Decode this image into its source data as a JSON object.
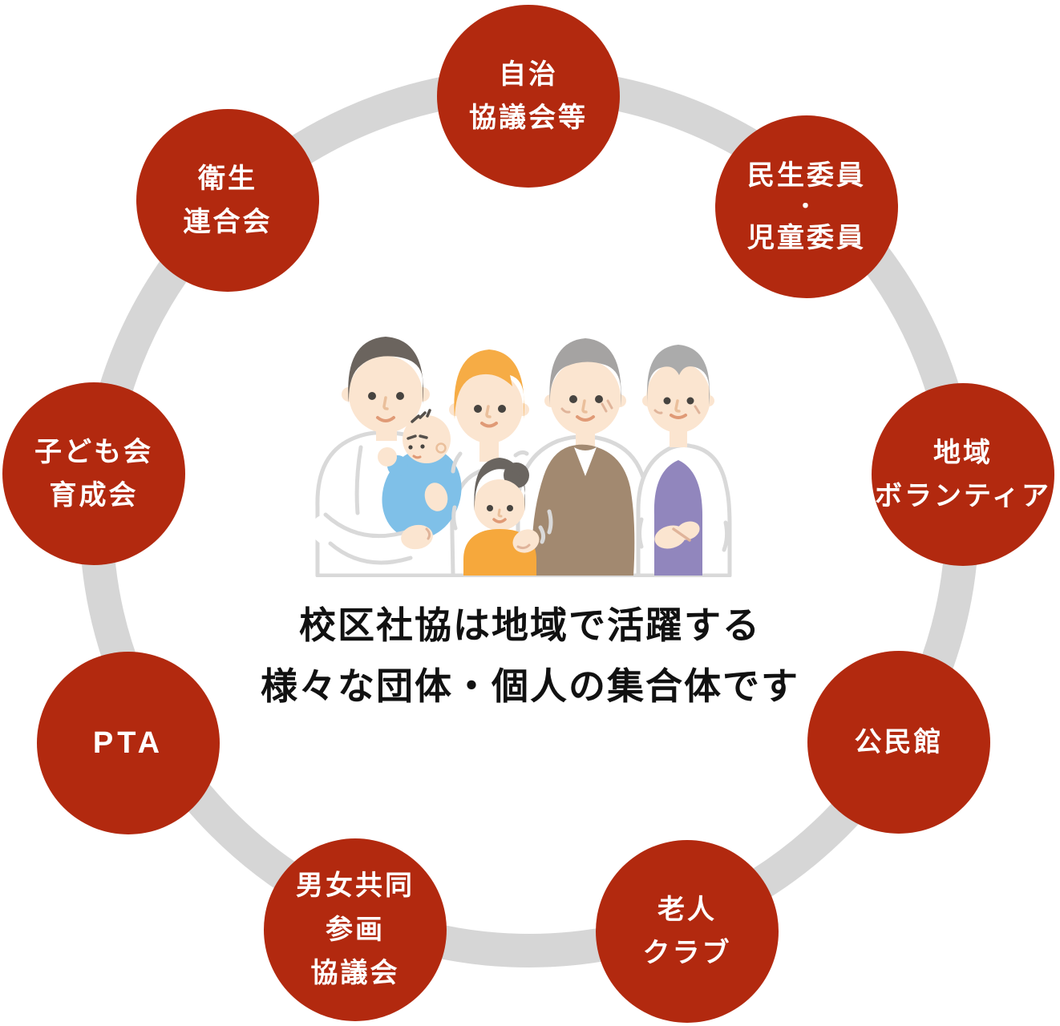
{
  "diagram": {
    "caption": {
      "line1": "校区社協は地域で活躍する",
      "line2": "様々な団体・個人の集合体です"
    },
    "nodes": [
      {
        "label": "自治協議会等",
        "lines": [
          "自治",
          "協議会等"
        ]
      },
      {
        "label": "民生委員・児童委員",
        "lines": [
          "民生委員",
          "・",
          "児童委員"
        ]
      },
      {
        "label": "地域ボランティア",
        "lines": [
          "地域",
          "ボランティア"
        ]
      },
      {
        "label": "公民館",
        "lines": [
          "公民館"
        ]
      },
      {
        "label": "老人クラブ",
        "lines": [
          "老人",
          "クラブ"
        ]
      },
      {
        "label": "男女共同参画協議会",
        "lines": [
          "男女共同",
          "参画",
          "協議会"
        ]
      },
      {
        "label": "PTA",
        "lines": [
          "PTA"
        ]
      },
      {
        "label": "子ども会育成会",
        "lines": [
          "子ども会",
          "育成会"
        ]
      },
      {
        "label": "衛生連合会",
        "lines": [
          "衛生",
          "連合会"
        ]
      }
    ],
    "colors": {
      "node_fill": "#b2290f",
      "node_text": "#ffffff",
      "ring": "#d6d6d6",
      "caption_text": "#111111"
    }
  },
  "illustration": {
    "name": "three-generation-family",
    "people": [
      "father-holding-baby",
      "baby",
      "mother",
      "girl",
      "grandfather",
      "grandmother"
    ],
    "colors": {
      "skin": "#fbe5d0",
      "outline": "#d9d9d9",
      "father_hair": "#6b645e",
      "mother_hair": "#f6ac45",
      "girl_hair": "#6a6560",
      "grandfather_hair": "#a5a3a2",
      "grandmother_hair": "#ababab",
      "baby_outfit": "#7fc0e8",
      "girl_shirt": "#f6a83c",
      "grandfather_vest": "#a28970",
      "grandmother_top": "#9186bd"
    }
  }
}
